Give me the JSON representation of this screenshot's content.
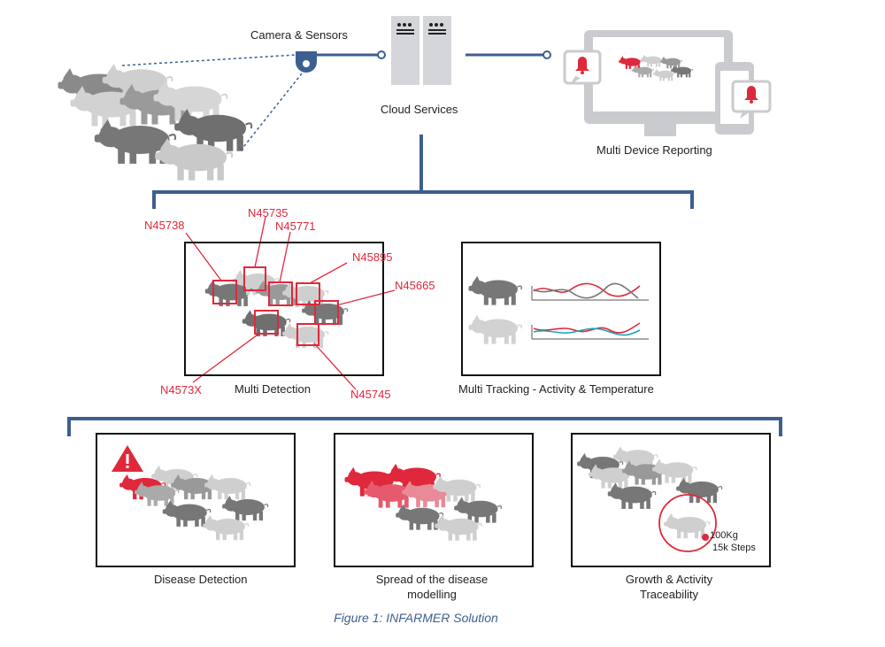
{
  "colors": {
    "accent_red": "#e0283c",
    "line_blue": "#3d5f8f",
    "pig_dark": "#777777",
    "pig_light": "#c4c4c4",
    "device_gray": "#c9cbce",
    "teal": "#1fa3b8"
  },
  "top": {
    "camera_label": "Camera & Sensors",
    "cloud_label": "Cloud Services",
    "report_label": "Multi Device Reporting"
  },
  "detection": {
    "label": "Multi Detection",
    "tags": [
      "N45738",
      "N45735",
      "N45771",
      "N45895",
      "N45665",
      "N4573X",
      "N45745"
    ]
  },
  "tracking": {
    "label": "Multi Tracking - Activity & Temperature"
  },
  "bottom": {
    "disease_label": "Disease Detection",
    "spread_label_1": "Spread of the disease",
    "spread_label_2": "modelling",
    "growth_label_1": "Growth & Activity",
    "growth_label_2": "Traceability",
    "weight": "100Kg",
    "steps": "15k Steps"
  },
  "caption": "Figure 1: INFARMER Solution"
}
